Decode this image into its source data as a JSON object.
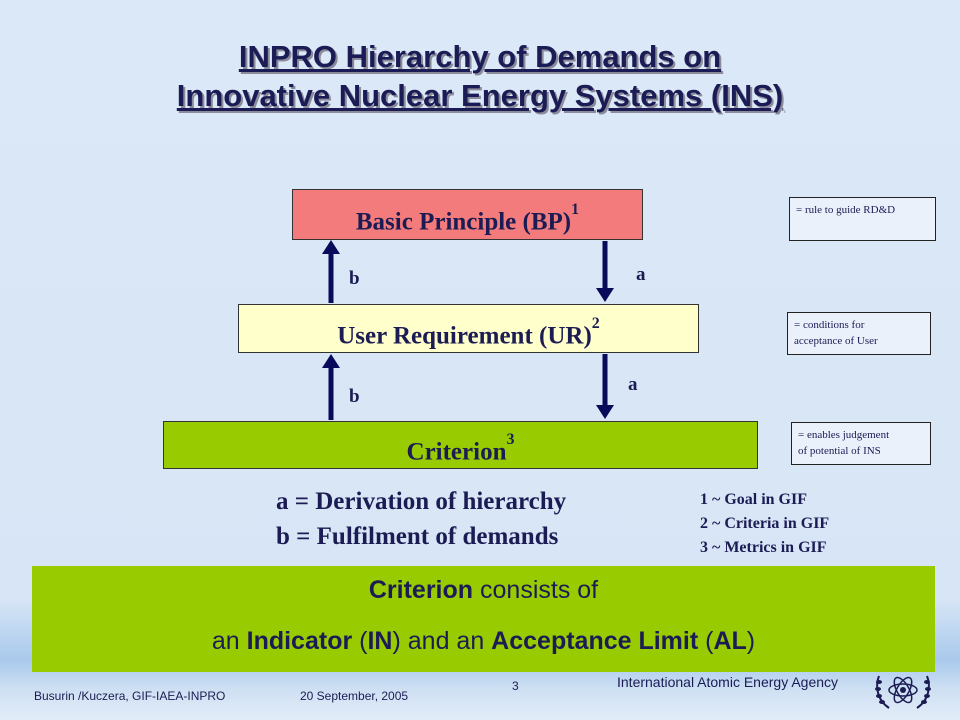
{
  "title": {
    "line1": "INPRO Hierarchy of Demands on",
    "line2": "Innovative Nuclear Energy Systems (INS)"
  },
  "hierarchy": {
    "basic_principle": {
      "label": "Basic Principle (BP)",
      "sup": "1",
      "note": "= rule to guide RD&D"
    },
    "user_requirement": {
      "label": "User Requirement (UR)",
      "sup": "2",
      "note_line1": "= conditions for",
      "note_line2": "acceptance of User"
    },
    "criterion": {
      "label": "Criterion",
      "sup": "3",
      "note_line1": "= enables judgement",
      "note_line2": "of potential of INS"
    }
  },
  "arrow_labels": {
    "up": "b",
    "down": "a"
  },
  "legend": {
    "a": "a = Derivation of hierarchy",
    "b": "b = Fulfilment of demands"
  },
  "gif_mapping": [
    "1 ~ Goal in GIF",
    "2 ~ Criteria in GIF",
    "3 ~ Metrics in GIF"
  ],
  "panel": {
    "line1_bold": "Criterion",
    "line1_rest": " consists of",
    "line2_p1": "an ",
    "line2_b1": "Indicator",
    "line2_p2": " (",
    "line2_b2": "IN",
    "line2_p3": ") and an ",
    "line2_b3": "Acceptance Limit",
    "line2_p4": " (",
    "line2_b4": "AL",
    "line2_p5": ")"
  },
  "footer": {
    "authors": "Busurin /Kuczera, GIF-IAEA-INPRO",
    "date": "20 September, 2005",
    "page": "3",
    "org": "International Atomic Energy Agency"
  },
  "colors": {
    "basic_principle": "#f47b7b",
    "user_requirement": "#ffffcc",
    "criterion": "#99cc00",
    "text": "#1c1c54",
    "arrow": "#0a0a5a"
  }
}
